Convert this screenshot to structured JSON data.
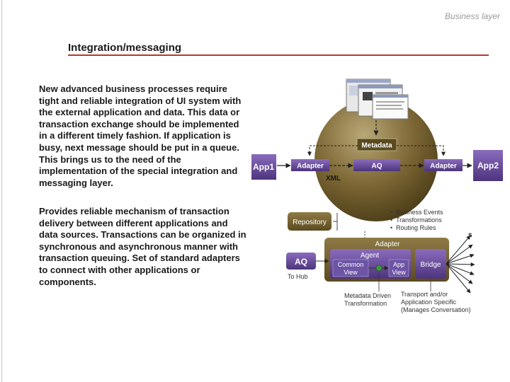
{
  "header": {
    "section_label": "Business layer"
  },
  "title": "Integration/messaging",
  "paragraphs": {
    "p1": "New advanced business processes require tight and reliable integration of UI system with the external application and data. This data or transaction exchange should be implemented in a different timely fashion. If application is busy, next message should be put in a queue. This  brings us to the need of the implementation of the special integration and messaging layer.",
    "p2": "Provides reliable mechanism of transaction delivery between different applications and data sources. Transactions can be organized in synchronous and asynchronous manner with transaction queuing. Set of standard adapters to connect with other applications or components."
  },
  "diagram_top": {
    "metadata": "Metadata",
    "app1": "App1",
    "app2": "App2",
    "adapter_left": "Adapter",
    "aq": "AQ",
    "adapter_right": "Adapter",
    "xml": "XML"
  },
  "diagram_bottom": {
    "repository": "Repository",
    "bullets": [
      "Business Events",
      "Transformations",
      "Routing Rules"
    ],
    "adapter": "Adapter",
    "agent": "Agent",
    "aq": "AQ",
    "to_hub": "To Hub",
    "common_view_1": "Common",
    "common_view_2": "View",
    "app_view_1": "App",
    "app_view_2": "View",
    "bridge": "Bridge",
    "metadata_driven_1": "Metadata Driven",
    "metadata_driven_2": "Transformation",
    "transport_1": "Transport and/or",
    "transport_2": "Application Specific",
    "transport_3": "(Manages Conversation)",
    "edge_letter": "s"
  },
  "colors": {
    "rule": "#b23a2e",
    "olive": "#6b5a2c",
    "purple": "#5a3f8a"
  }
}
